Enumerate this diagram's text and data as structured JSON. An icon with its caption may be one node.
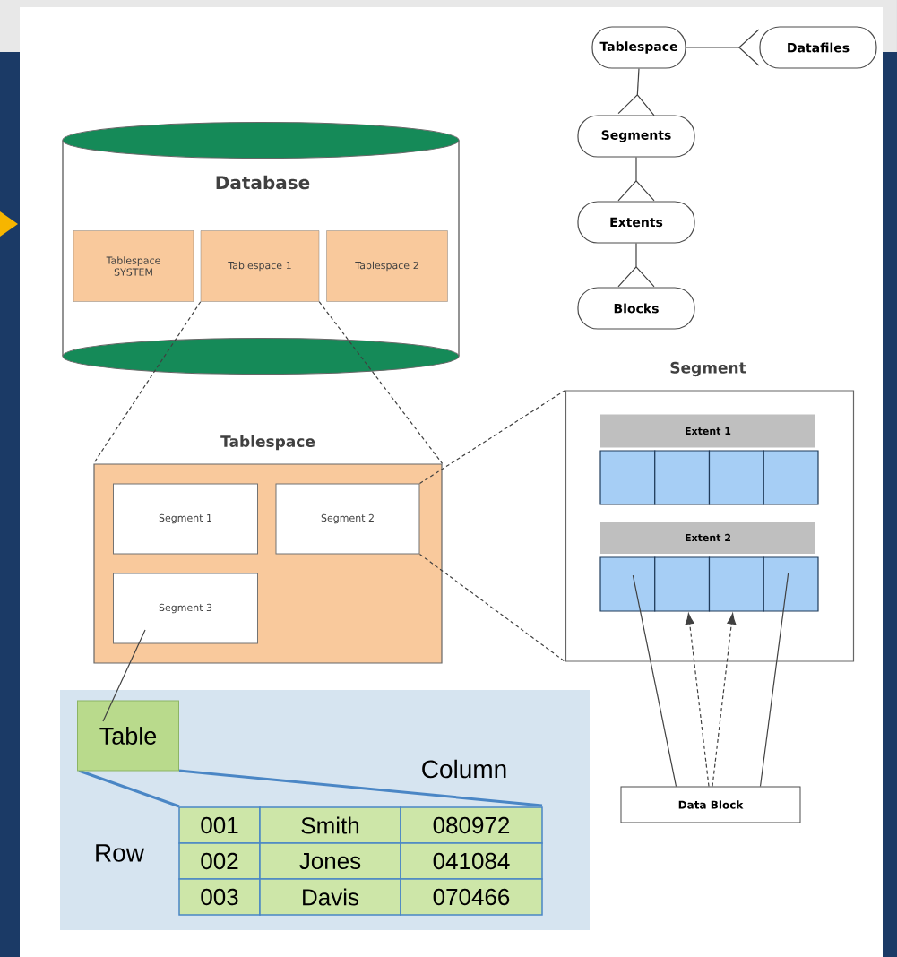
{
  "diagram": {
    "nodes": [
      {
        "text": [
          "Tablespace"
        ]
      },
      {
        "text": [
          "Datafiles"
        ]
      },
      {
        "text": [
          "Segments"
        ]
      },
      {
        "text": [
          "Extents"
        ]
      },
      {
        "text": [
          "Blocks"
        ]
      },
      {
        "text": [
          "Database"
        ]
      },
      {
        "text": [
          "Tablespace SYSTEM"
        ],
        "in": 5
      },
      {
        "text": [
          "Tablespace 1"
        ],
        "in": 5
      },
      {
        "text": [
          "Tablespace 2"
        ],
        "in": 5
      },
      {
        "text": [
          "Tablespace"
        ]
      },
      {
        "text": [
          "Segment 1"
        ],
        "in": 9
      },
      {
        "text": [
          "Segment 2"
        ],
        "in": 9
      },
      {
        "text": [
          "Segment 3"
        ],
        "in": 9
      },
      {
        "text": [
          "Segment"
        ]
      },
      {
        "text": [
          "Extent 1"
        ],
        "in": 13
      },
      {
        "text": [],
        "shape": "box",
        "in": 13
      },
      {
        "text": [],
        "shape": "box",
        "in": 13
      },
      {
        "text": [],
        "shape": "box",
        "in": 13
      },
      {
        "text": [],
        "shape": "box",
        "in": 13
      },
      {
        "text": [
          "Extent 2"
        ],
        "in": 13
      },
      {
        "text": [],
        "shape": "box",
        "in": 13
      },
      {
        "text": [],
        "shape": "box",
        "in": 13
      },
      {
        "text": [],
        "shape": "box",
        "in": 13
      },
      {
        "text": [],
        "shape": "box",
        "in": 13
      },
      {
        "text": [
          "Data Block"
        ]
      },
      {
        "text": [
          "Table"
        ]
      }
    ],
    "edges": [
      {
        "from": 0,
        "to": 1,
        "arrow": "other"
      },
      {
        "from": 0,
        "to": 2,
        "arrow": "other"
      },
      {
        "from": 2,
        "to": 3,
        "arrow": "other"
      },
      {
        "from": 3,
        "to": 4,
        "arrow": "other"
      },
      {
        "from": 7,
        "to": 9,
        "arrow": "none",
        "style": "dashed"
      },
      {
        "from": 7,
        "to": 9,
        "arrow": "none",
        "style": "dashed"
      },
      {
        "from": 11,
        "to": 13,
        "arrow": "none",
        "style": "dashed"
      },
      {
        "from": 11,
        "to": 13,
        "arrow": "none",
        "style": "dashed"
      },
      {
        "from": 12,
        "to": 25,
        "arrow": "none"
      },
      {
        "from": 24,
        "to": 20,
        "arrow": "none"
      },
      {
        "from": 24,
        "to": 21,
        "arrow": "to",
        "style": "dashed"
      },
      {
        "from": 24,
        "to": 22,
        "arrow": "to",
        "style": "dashed"
      },
      {
        "from": 24,
        "to": 23,
        "arrow": "none"
      }
    ],
    "labels": [
      "Column",
      "Row",
      "001",
      "Smith",
      "080972",
      "002",
      "Jones",
      "041084",
      "003",
      "Davis",
      "070466"
    ]
  }
}
